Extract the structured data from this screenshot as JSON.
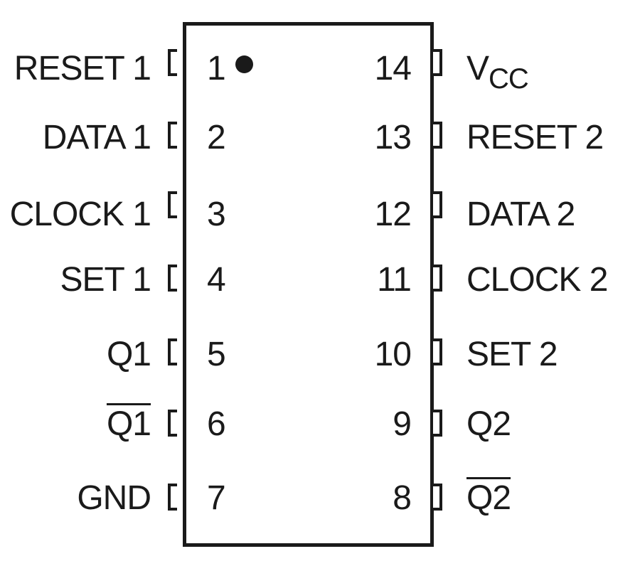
{
  "pins_left": [
    {
      "number": "1",
      "name": "RESET 1",
      "inverted": false
    },
    {
      "number": "2",
      "name": "DATA 1",
      "inverted": false
    },
    {
      "number": "3",
      "name": "CLOCK 1",
      "inverted": false
    },
    {
      "number": "4",
      "name": "SET 1",
      "inverted": false
    },
    {
      "number": "5",
      "name": "Q1",
      "inverted": false
    },
    {
      "number": "6",
      "name": "Q1",
      "inverted": true
    },
    {
      "number": "7",
      "name": "GND",
      "inverted": false
    }
  ],
  "pins_right": [
    {
      "number": "14",
      "name": "V",
      "subscript": "CC",
      "inverted": false
    },
    {
      "number": "13",
      "name": "RESET 2",
      "inverted": false
    },
    {
      "number": "12",
      "name": "DATA 2",
      "inverted": false
    },
    {
      "number": "11",
      "name": "CLOCK 2",
      "inverted": false
    },
    {
      "number": "10",
      "name": "SET 2",
      "inverted": false
    },
    {
      "number": "9",
      "name": "Q2",
      "inverted": false
    },
    {
      "number": "8",
      "name": "Q2",
      "inverted": true
    }
  ]
}
